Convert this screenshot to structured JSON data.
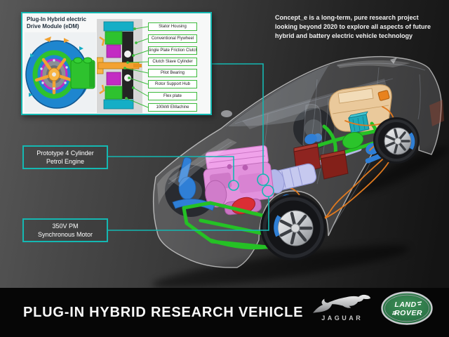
{
  "description": {
    "lines": [
      "Concept_e is a long-term, pure research project",
      "looking beyond 2020 to explore all aspects of future",
      "hybrid and battery electric vehicle technology"
    ]
  },
  "inset": {
    "title_line1": "Plug-In Hybrid electric",
    "title_line2": "Drive Module (eDM)",
    "labels": [
      "Stator Housing",
      "Conventional Flywheel",
      "Single Plate Friction Clutch",
      "Clutch Slave Cylinder",
      "Pilot Bearing",
      "Rotor Support Hub",
      "Flex plate",
      "100kW EMachine"
    ]
  },
  "callouts": {
    "engine": {
      "line1": "Prototype 4 Cylinder",
      "line2": "Petrol Engine"
    },
    "motor": {
      "line1": "350V PM",
      "line2": "Synchronous Motor"
    }
  },
  "footer": {
    "title": "PLUG-IN HYBRID RESEARCH VEHICLE",
    "jaguar_wordmark": "JAGUAR",
    "land_rover_line1": "LAND",
    "land_rover_line2": "ROVER"
  },
  "colors": {
    "accent_teal": "#14b8b2",
    "label_border_green": "#3dbb3d",
    "land_rover_green": "#2e7d4a",
    "engine_pink": "#e291dc",
    "motor_yellow": "#e7c51f",
    "fuel_tank_tan": "#eac99b",
    "battery_maroon": "#8e2420",
    "cable_orange": "#e0791e",
    "footer_black": "#060606"
  }
}
